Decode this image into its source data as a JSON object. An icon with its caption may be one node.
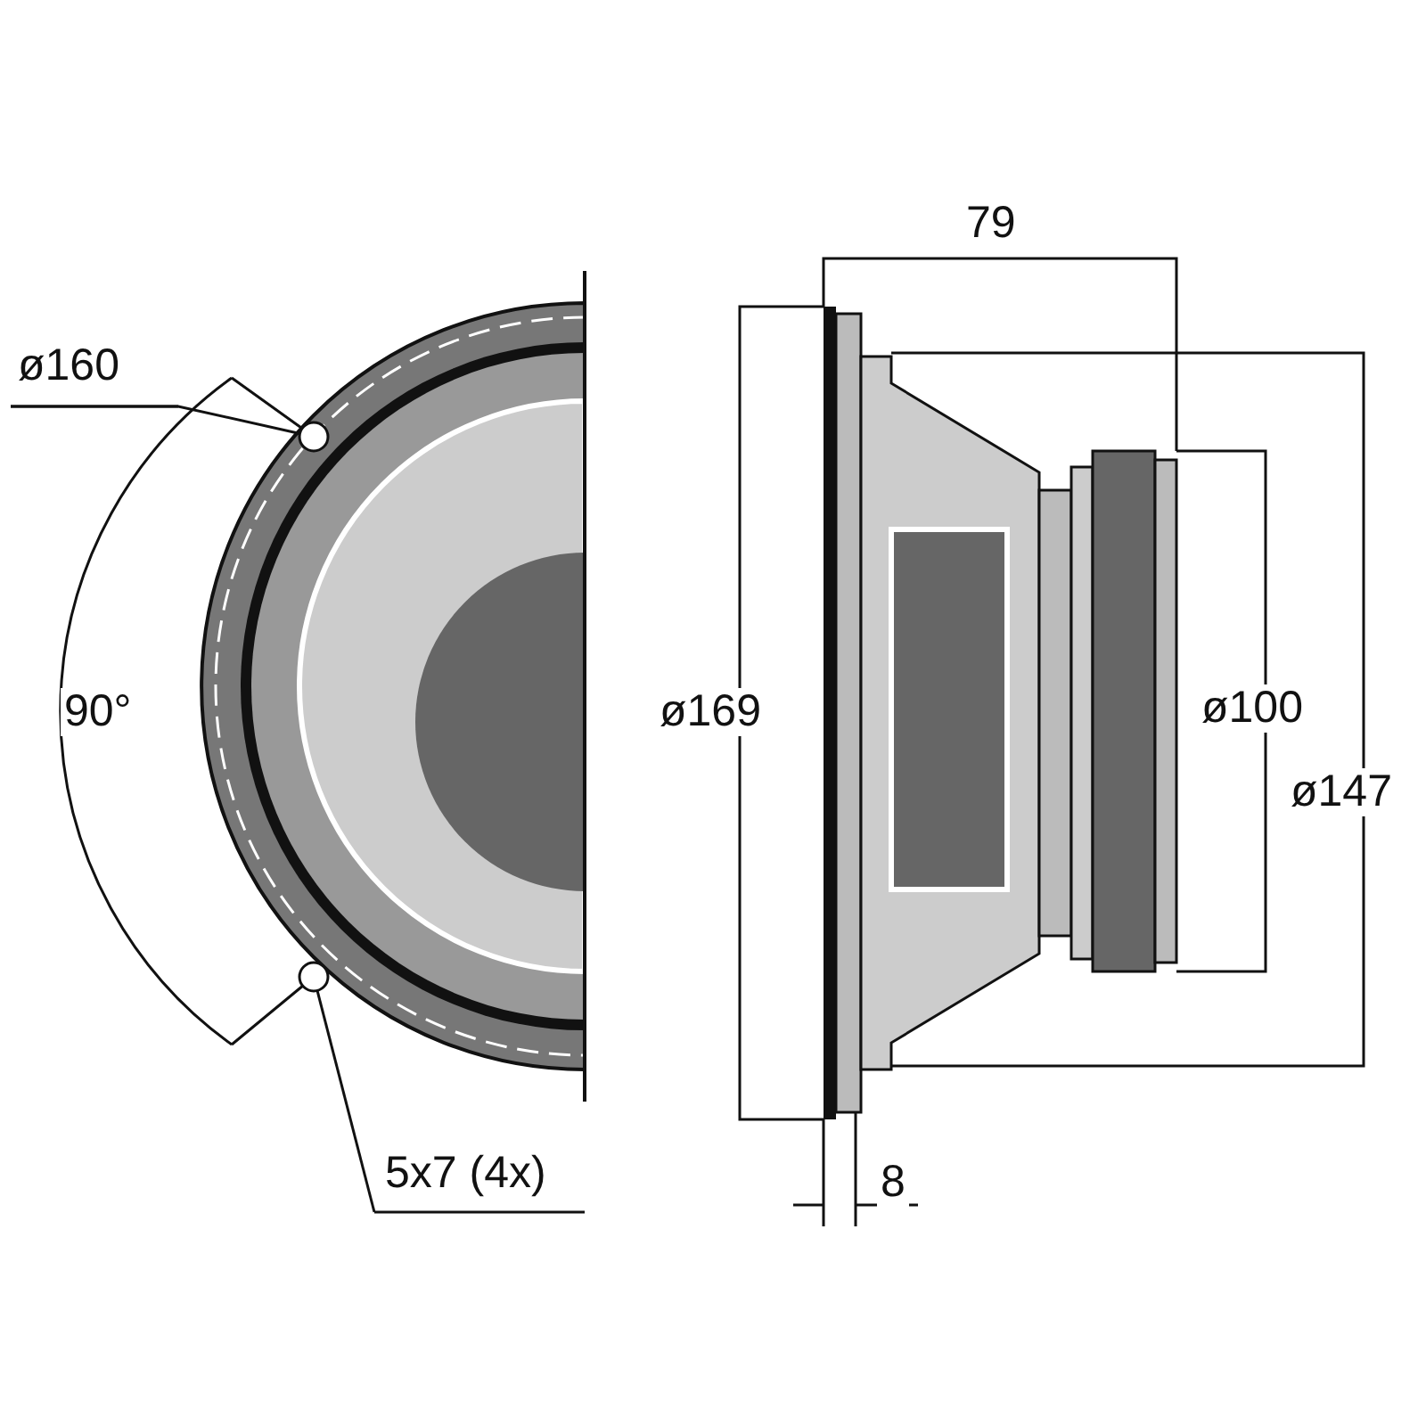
{
  "diagram": {
    "nodes": [
      {
        "text": [
          "ø160"
        ]
      },
      {
        "text": [],
        "shape": "circle"
      },
      {
        "text": [],
        "shape": "circle"
      },
      {
        "text": [
          "5x7 (4x)"
        ]
      }
    ],
    "edges": [
      {
        "from": 0,
        "to": 1,
        "arrow": "none"
      },
      {
        "from": 3,
        "to": 2,
        "arrow": "none"
      }
    ],
    "labels": [
      "79",
      "90°",
      "ø169",
      "ø100",
      "ø147",
      "8"
    ]
  }
}
